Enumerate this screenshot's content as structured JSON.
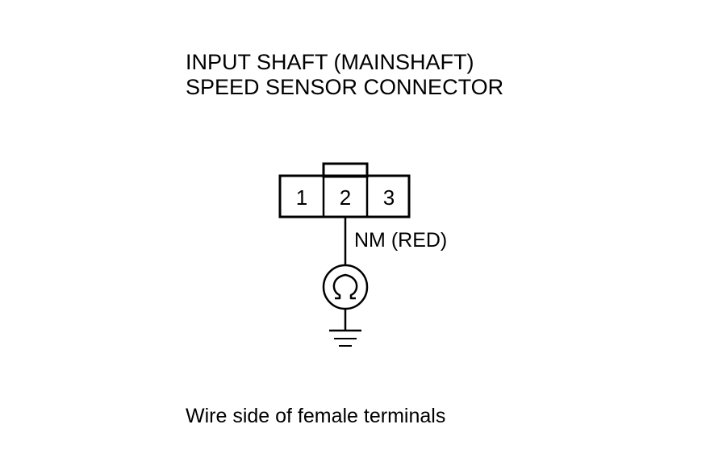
{
  "title": {
    "line1": "INPUT SHAFT (MAINSHAFT)",
    "line2": "SPEED SENSOR CONNECTOR"
  },
  "connector": {
    "pins": [
      "1",
      "2",
      "3"
    ]
  },
  "wire": {
    "label": "NM (RED)"
  },
  "meter": {
    "symbol": "Ω"
  },
  "caption": "Wire side of female terminals",
  "colors": {
    "ink": "#000000",
    "background": "#ffffff"
  }
}
